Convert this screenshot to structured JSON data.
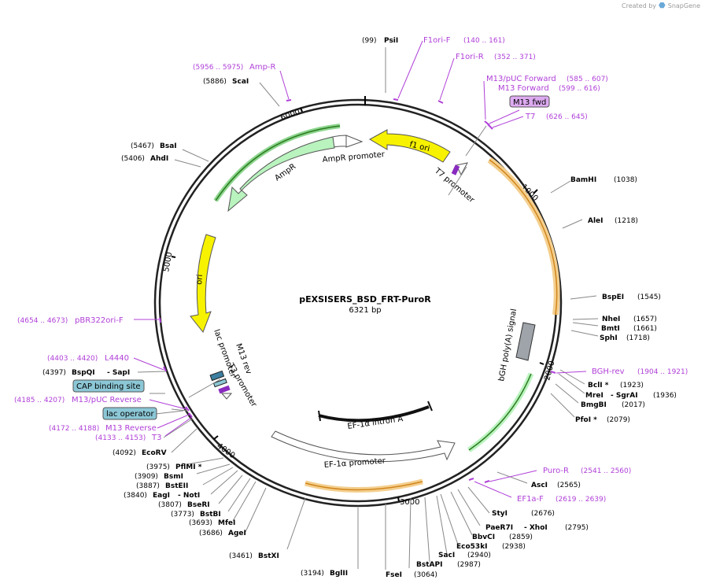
{
  "credit": {
    "prefix": "Created by",
    "brand": "SnapGene"
  },
  "plasmid": {
    "name": "pEXSISERS_BSD_FRT-PuroR",
    "length_label": "6321 bp"
  },
  "colors": {
    "backbone": "#222222",
    "primer": "#b040d8",
    "feature_orange": "#f2a430",
    "feature_yellow": "#f7f200",
    "feature_green": "#b9f3be",
    "polyA": "#9fa4aa",
    "cap_site": "#8cc7d6",
    "m13": "#ddaaf0"
  },
  "tick_labels": [
    "1000",
    "2000",
    "3000",
    "4000",
    "5000",
    "6000"
  ],
  "sites_right": [
    {
      "name": "PsiI",
      "pos": "(99)"
    },
    {
      "name": "BamHI",
      "pos": "(1038)"
    },
    {
      "name": "AleI",
      "pos": "(1218)"
    },
    {
      "name": "BspEI",
      "pos": "(1545)"
    },
    {
      "name": "NheI",
      "pos": "(1657)"
    },
    {
      "name": "BmtI",
      "pos": "(1661)"
    },
    {
      "name": "SphI",
      "pos": "(1718)"
    },
    {
      "name": "BclI *",
      "pos": "(1923)"
    },
    {
      "name": "MreI",
      "name2": "- SgrAI",
      "pos": "(1936)"
    },
    {
      "name": "BmgBI",
      "pos": "(2017)"
    },
    {
      "name": "PfoI *",
      "pos": "(2079)"
    },
    {
      "name": "AscI",
      "pos": "(2565)"
    },
    {
      "name": "StyI",
      "pos": "(2676)"
    },
    {
      "name": "PaeR7I",
      "name2": "- XhoI",
      "pos": "(2795)"
    },
    {
      "name": "BbvCI",
      "pos": "(2859)"
    },
    {
      "name": "Eco53kI",
      "pos": "(2938)"
    },
    {
      "name": "SacI",
      "pos": "(2940)"
    },
    {
      "name": "BstAPI",
      "pos": "(2987)"
    },
    {
      "name": "FseI",
      "pos": "(3064)"
    }
  ],
  "sites_left": [
    {
      "name": "ScaI",
      "pos": "(5886)"
    },
    {
      "name": "BsaI",
      "pos": "(5467)"
    },
    {
      "name": "AhdI",
      "pos": "(5406)"
    },
    {
      "name": "BspQI",
      "name2": "- SapI",
      "pos": "(4397)"
    },
    {
      "name": "EcoRV",
      "pos": "(4092)"
    },
    {
      "name": "PflMI *",
      "pos": "(3975)"
    },
    {
      "name": "BsmI",
      "pos": "(3909)"
    },
    {
      "name": "BstEII",
      "pos": "(3887)"
    },
    {
      "name": "EagI",
      "name2": "- NotI",
      "pos": "(3840)"
    },
    {
      "name": "BseRI",
      "pos": "(3807)"
    },
    {
      "name": "BstBI",
      "pos": "(3773)"
    },
    {
      "name": "MfeI",
      "pos": "(3693)"
    },
    {
      "name": "AgeI",
      "pos": "(3686)"
    },
    {
      "name": "BstXI",
      "pos": "(3461)"
    },
    {
      "name": "BglII",
      "pos": "(3194)"
    }
  ],
  "primers": [
    {
      "name": "F1ori-F",
      "pos": "(140 .. 161)"
    },
    {
      "name": "F1ori-R",
      "pos": "(352 .. 371)"
    },
    {
      "name": "M13/pUC Forward",
      "pos": "(585 .. 607)"
    },
    {
      "name": "M13 Forward",
      "pos": "(599 .. 616)"
    },
    {
      "name": "T7",
      "pos": "(626 .. 645)"
    },
    {
      "name": "BGH-rev",
      "pos": "(1904 .. 1921)"
    },
    {
      "name": "Puro-R",
      "pos": "(2541 .. 2560)"
    },
    {
      "name": "EF1a-F",
      "pos": "(2619 .. 2639)"
    },
    {
      "name": "Amp-R",
      "pos": "(5956 .. 5975)"
    },
    {
      "name": "pBR322ori-F",
      "pos": "(4654 .. 4673)"
    },
    {
      "name": "L4440",
      "pos": "(4403 .. 4420)"
    },
    {
      "name": "M13/pUC Reverse",
      "pos": "(4185 .. 4207)"
    },
    {
      "name": "M13 Reverse",
      "pos": "(4172 .. 4188)"
    },
    {
      "name": "T3",
      "pos": "(4133 .. 4153)"
    }
  ],
  "boxed_labels": {
    "m13_fwd": "M13 fwd",
    "cap_site": "CAP binding site",
    "lac_operator": "lac operator"
  },
  "features": {
    "f1_ori": "f1 ori",
    "ampr_promoter": "AmpR promoter",
    "ampr": "AmpR",
    "t7_promoter": "T7 promoter",
    "ori": "ori",
    "lac_promoter": "lac promoter",
    "m13_rev": "M13 rev",
    "t3_promoter": "T3 promoter",
    "ef1a_intron": "EF-1α intron A",
    "ef1a_promoter": "EF-1α promoter",
    "bgh_polya": "bGH poly(A) signal"
  }
}
